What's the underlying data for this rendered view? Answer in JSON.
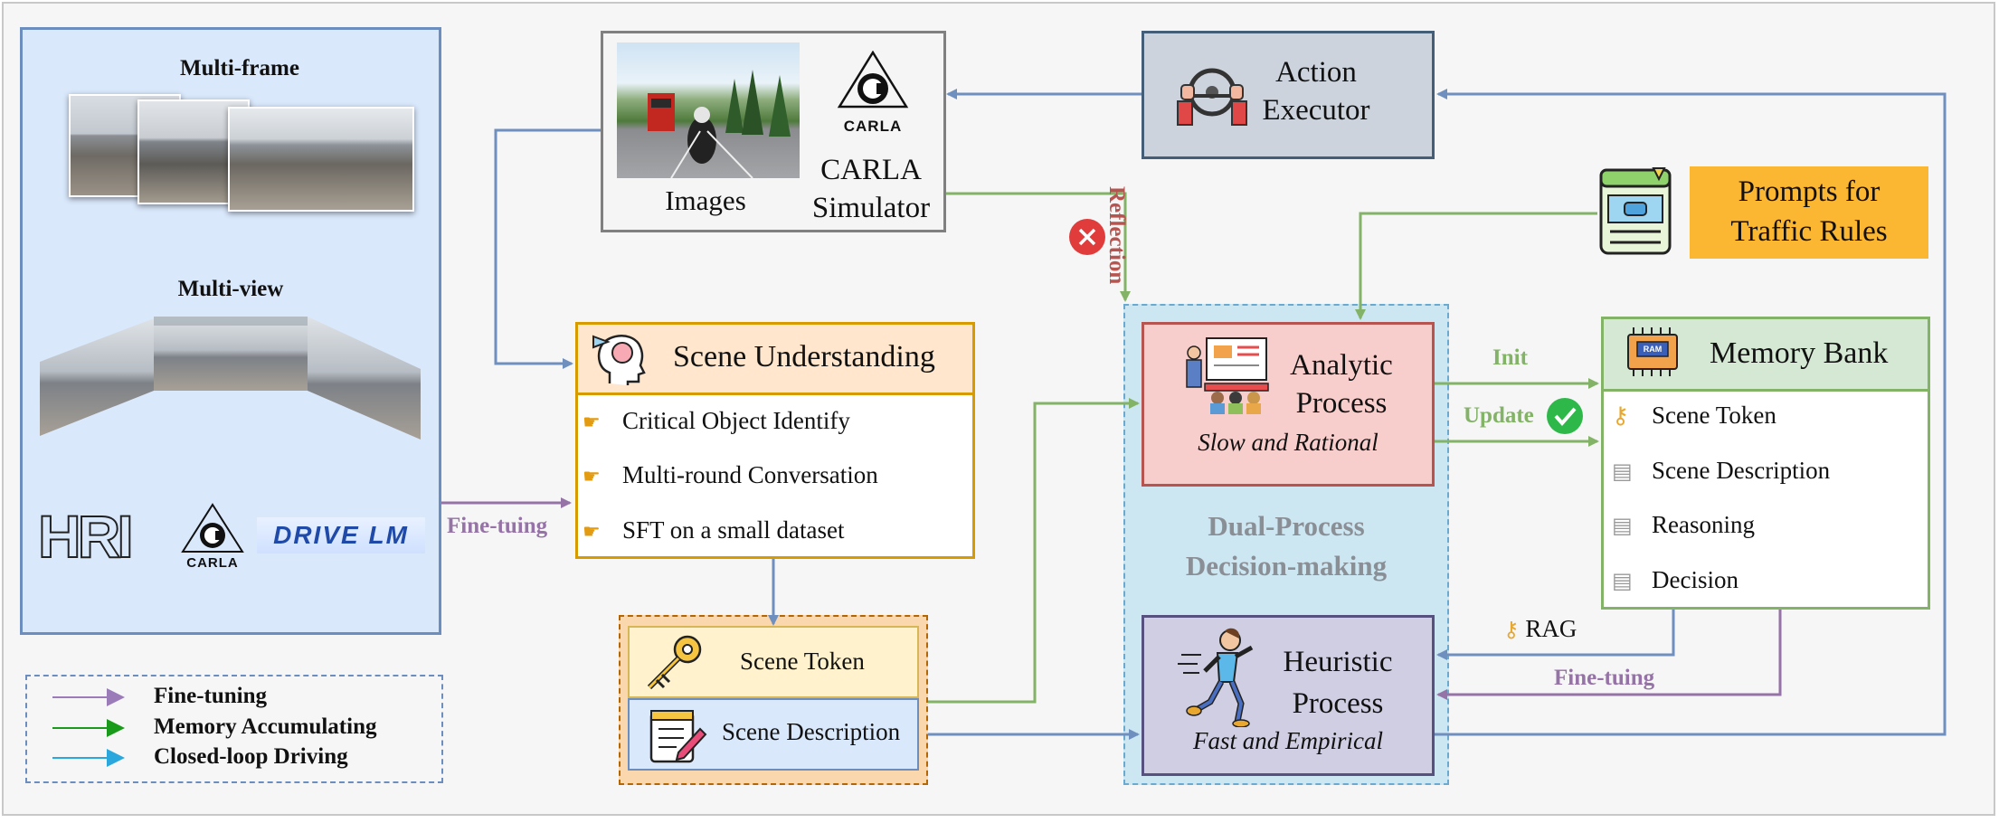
{
  "datasets": {
    "multiframe_label": "Multi-frame",
    "multiview_label": "Multi-view",
    "logo_hri": "HRI",
    "logo_carla": "CARLA",
    "logo_drivelm": "DRIVE LM"
  },
  "legend": {
    "items": [
      {
        "label": "Fine-tuning",
        "color": "#9b7bb8"
      },
      {
        "label": "Memory Accumulating",
        "color": "#1a9a1a"
      },
      {
        "label": "Closed-loop Driving",
        "color": "#2aa7dc"
      }
    ]
  },
  "simulator": {
    "images_label": "Images",
    "logo_text": "CARLA",
    "name_line1": "CARLA",
    "name_line2": "Simulator"
  },
  "action_executor": {
    "line1": "Action",
    "line2": "Executor"
  },
  "prompts": {
    "line1": "Prompts for",
    "line2": "Traffic Rules"
  },
  "scene_understanding": {
    "title": "Scene Understanding",
    "items": [
      "Critical Object Identify",
      "Multi-round Conversation",
      "SFT on a small dataset"
    ]
  },
  "scene_outputs": {
    "token": "Scene Token",
    "description": "Scene Description"
  },
  "dual_process": {
    "line1": "Dual-Process",
    "line2": "Decision-making"
  },
  "analytic": {
    "line1": "Analytic",
    "line2": "Process",
    "subtitle": "Slow and Rational"
  },
  "heuristic": {
    "line1": "Heuristic",
    "line2": "Process",
    "subtitle": "Fast and Empirical"
  },
  "memory_bank": {
    "title": "Memory Bank",
    "chip_label": "RAM",
    "items": [
      "Scene Token",
      "Scene Description",
      "Reasoning",
      "Decision"
    ]
  },
  "edge_labels": {
    "finetune_left": "Fine-tuing",
    "reflection": "Reflection",
    "init": "Init",
    "update": "Update",
    "rag": "RAG",
    "finetune_right": "Fine-tuing"
  },
  "colors": {
    "blue_arrow": "#6f8fbf",
    "green_arrow": "#82b366",
    "purple_arrow": "#9673a6",
    "reflection_text": "#b85450",
    "prompt_fill": "#fbb632"
  }
}
